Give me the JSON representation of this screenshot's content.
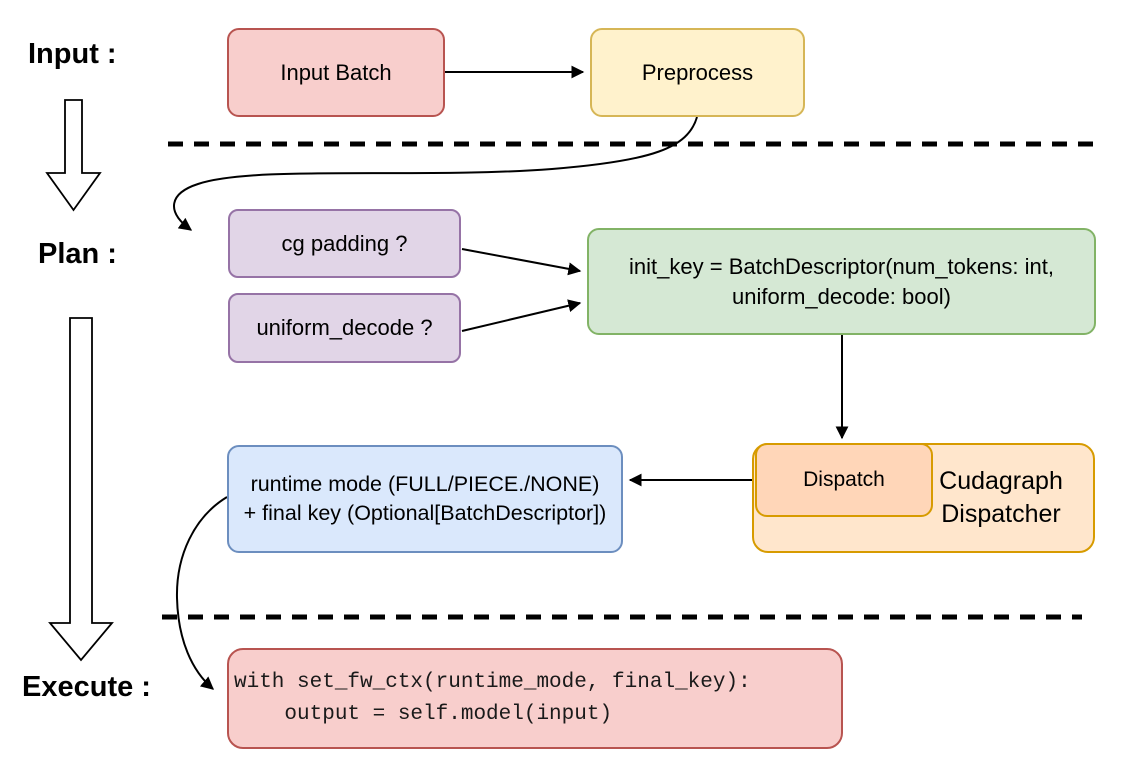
{
  "sections": {
    "input": "Input :",
    "plan": "Plan :",
    "execute": "Execute :"
  },
  "nodes": {
    "input_batch": {
      "label": "Input Batch",
      "fill": "#f8cecc",
      "stroke": "#b85450"
    },
    "preprocess": {
      "label": "Preprocess",
      "fill": "#fff2cc",
      "stroke": "#d6b656"
    },
    "cg_padding": {
      "label": "cg padding ?",
      "fill": "#e1d5e7",
      "stroke": "#9673a6"
    },
    "uniform_decode": {
      "label": "uniform_decode ?",
      "fill": "#e1d5e7",
      "stroke": "#9673a6"
    },
    "init_key": {
      "line1": "init_key = BatchDescriptor(num_tokens: int,",
      "line2": "uniform_decode: bool)",
      "fill": "#d5e8d4",
      "stroke": "#82b366"
    },
    "dispatch": {
      "label": "Dispatch",
      "fill": "#ffd6b8",
      "stroke": "#d79b00"
    },
    "cudagraph_dispatcher": {
      "line1": "Cudagraph",
      "line2": "Dispatcher",
      "fill": "#ffe6cc",
      "stroke": "#d79b00"
    },
    "runtime_final": {
      "line1": "runtime mode (FULL/PIECE./NONE)",
      "line2": "+ final key (Optional[BatchDescriptor])",
      "fill": "#dae8fc",
      "stroke": "#6c8ebf"
    },
    "execute_code": {
      "line1": "with set_fw_ctx(runtime_mode, final_key):",
      "line2": "    output = self.model(input)",
      "fill": "#f8cecc",
      "stroke": "#b85450"
    }
  },
  "connector_color": "#000000"
}
